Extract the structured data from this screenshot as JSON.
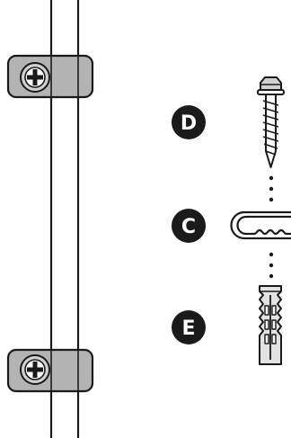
{
  "colors": {
    "line": "#1a1a1a",
    "clip_fill": "#b3b3b3",
    "screw_head_fill": "#d0d0d0",
    "anchor_fill": "#e3e3e3",
    "badge": "#1a1a1a",
    "background": "#ffffff"
  },
  "parts": [
    {
      "id": "D",
      "label": "D",
      "icon": "screw-icon"
    },
    {
      "id": "C",
      "label": "C",
      "icon": "cable-clip-icon"
    },
    {
      "id": "E",
      "label": "E",
      "icon": "wall-anchor-icon"
    }
  ],
  "installed": [
    {
      "icon": "mounted-clip-icon",
      "position": "top"
    },
    {
      "icon": "mounted-clip-icon",
      "position": "bottom"
    }
  ]
}
